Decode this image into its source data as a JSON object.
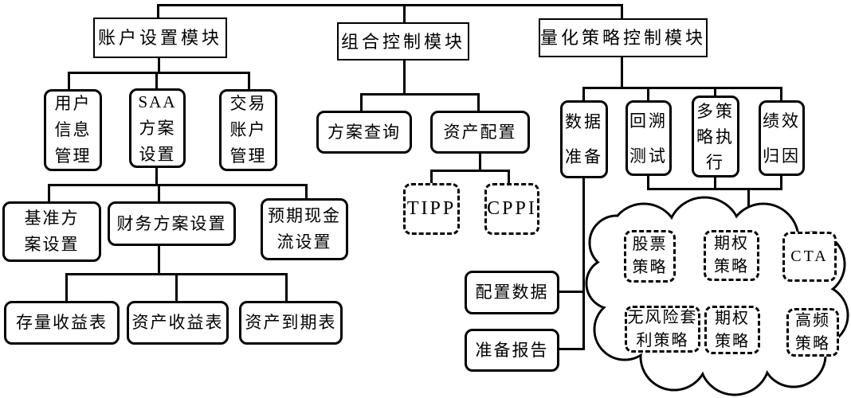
{
  "modules": {
    "account": "账户设置模块",
    "portfolio": "组合控制模块",
    "quant": "量化策略控制模块"
  },
  "nodes": {
    "user_info": "用户\n信息\n管理",
    "saa": "SAA\n方案\n设置",
    "trade_account": "交易\n账户\n管理",
    "benchmark": "基准方\n案设置",
    "finance": "财务方案设置",
    "cashflow": "预期现金\n流设置",
    "stock_income": "存量收益表",
    "asset_income": "资产收益表",
    "asset_maturity": "资产到期表",
    "plan_query": "方案查询",
    "asset_alloc": "资产配置",
    "tipp": "TIPP",
    "cppi": "CPPI",
    "data_prep": "数据\n准备",
    "backtest": "回溯\n测试",
    "multi_strategy": "多策\n略执\n行",
    "attribution": "绩效\n归因",
    "config_data": "配置数据",
    "prep_report": "准备报告"
  },
  "strategies": {
    "stock": "股票\n策略",
    "option_top": "期权\n策略",
    "cta": "CTA",
    "riskfree_arb": "无风险套\n利策略",
    "option_bottom": "期权\n策略",
    "high_freq": "高频\n策略"
  },
  "colors": {
    "line": "#000000",
    "background": "#ffffff"
  }
}
